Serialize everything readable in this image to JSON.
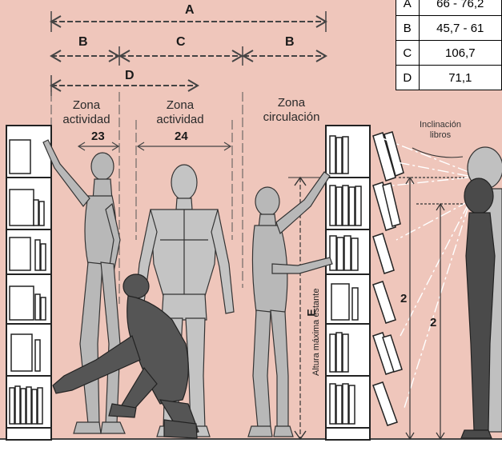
{
  "legend": {
    "rows": [
      {
        "key": "A",
        "value": "66 - 76,2"
      },
      {
        "key": "B",
        "value": "45,7 - 61"
      },
      {
        "key": "C",
        "value": "106,7"
      },
      {
        "key": "D",
        "value": "71,1"
      }
    ]
  },
  "dimensions": {
    "A": "A",
    "B_left": "B",
    "C": "C",
    "B_right": "B",
    "D": "D",
    "E": "E"
  },
  "zones": {
    "activity_1": {
      "line1": "Zona",
      "line2": "actividad"
    },
    "activity_2": {
      "line1": "Zona",
      "line2": "actividad"
    },
    "circulation": {
      "line1": "Zona",
      "line2": "circulación"
    }
  },
  "measurements": {
    "m23": "23",
    "m24": "24",
    "two_a": "2",
    "two_b": "2"
  },
  "labels": {
    "inclination_line1": "Inclinación",
    "inclination_line2": "libros",
    "shelf_height": "Altura máxima estante"
  },
  "colors": {
    "background": "#efc6bb",
    "figure_light": "#b8b8b8",
    "figure_dark": "#555555",
    "shelf": "#ffffff"
  }
}
